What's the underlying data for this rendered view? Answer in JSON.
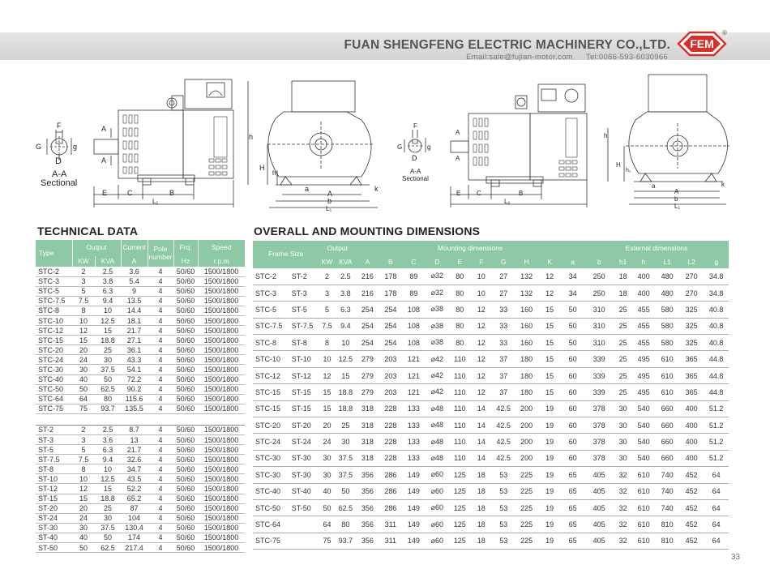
{
  "header": {
    "company": "FUAN SHENGFENG ELECTRIC MACHINERY CO.,LTD.",
    "email": "Email:sale@fujian-motor.com",
    "tel": "Tel:0086-593-6030966",
    "logo_text": "FEM",
    "logo_reg": "®"
  },
  "drawing_labels": {
    "F": "F",
    "G": "G",
    "g": "g",
    "D": "D",
    "A": "A",
    "aa_sectional": "A-A",
    "sectional": "Sectional",
    "E": "E",
    "C": "C",
    "B": "B",
    "L1": "L₁",
    "h": "h",
    "H": "H",
    "h1": "h₁",
    "a": "a",
    "k": "k",
    "b": "b"
  },
  "sections": {
    "tech_title": "TECHNICAL DATA",
    "mount_title": "OVERALL AND MOUNTING DIMENSIONS"
  },
  "tech_table": {
    "h_type": "Type",
    "h_output": "Output",
    "h_current": "Current",
    "h_pole": "Pole number",
    "h_frq": "Frq.",
    "h_speed": "Speed",
    "u_kw": "KW",
    "u_kva": "KVA",
    "u_a": "A",
    "u_hz": "Hz",
    "u_rpm": "r.p.m",
    "group1": [
      [
        "STC-2",
        "2",
        "2.5",
        "3.6",
        "4",
        "50/60",
        "1500/1800"
      ],
      [
        "STC-3",
        "3",
        "3.8",
        "5.4",
        "4",
        "50/60",
        "1500/1800"
      ],
      [
        "STC-5",
        "5",
        "6.3",
        "9",
        "4",
        "50/60",
        "1500/1800"
      ],
      [
        "STC-7.5",
        "7.5",
        "9.4",
        "13.5",
        "4",
        "50/60",
        "1500/1800"
      ],
      [
        "STC-8",
        "8",
        "10",
        "14.4",
        "4",
        "50/60",
        "1500/1800"
      ],
      [
        "STC-10",
        "10",
        "12.5",
        "18.1",
        "4",
        "50/60",
        "1500/1800"
      ],
      [
        "STC-12",
        "12",
        "15",
        "21.7",
        "4",
        "50/60",
        "1500/1800"
      ],
      [
        "STC-15",
        "15",
        "18.8",
        "27.1",
        "4",
        "50/60",
        "1500/1800"
      ],
      [
        "STC-20",
        "20",
        "25",
        "36.1",
        "4",
        "50/60",
        "1500/1800"
      ],
      [
        "STC-24",
        "24",
        "30",
        "43.3",
        "4",
        "50/60",
        "1500/1800"
      ],
      [
        "STC-30",
        "30",
        "37.5",
        "54.1",
        "4",
        "50/60",
        "1500/1800"
      ],
      [
        "STC-40",
        "40",
        "50",
        "72.2",
        "4",
        "50/60",
        "1500/1800"
      ],
      [
        "STC-50",
        "50",
        "62.5",
        "90.2",
        "4",
        "50/60",
        "1500/1800"
      ],
      [
        "STC-64",
        "64",
        "80",
        "115.6",
        "4",
        "50/60",
        "1500/1800"
      ],
      [
        "STC-75",
        "75",
        "93.7",
        "135.5",
        "4",
        "50/60",
        "1500/1800"
      ]
    ],
    "group2": [
      [
        "ST-2",
        "2",
        "2.5",
        "8.7",
        "4",
        "50/60",
        "1500/1800"
      ],
      [
        "ST-3",
        "3",
        "3.6",
        "13",
        "4",
        "50/60",
        "1500/1800"
      ],
      [
        "ST-5",
        "5",
        "6.3",
        "21.7",
        "4",
        "50/60",
        "1500/1800"
      ],
      [
        "ST-7.5",
        "7.5",
        "9.4",
        "32.6",
        "4",
        "50/60",
        "1500/1800"
      ],
      [
        "ST-8",
        "8",
        "10",
        "34.7",
        "4",
        "50/60",
        "1500/1800"
      ],
      [
        "ST-10",
        "10",
        "12.5",
        "43.5",
        "4",
        "50/60",
        "1500/1800"
      ],
      [
        "ST-12",
        "12",
        "15",
        "52.2",
        "4",
        "50/60",
        "1500/1800"
      ],
      [
        "ST-15",
        "15",
        "18.8",
        "65.2",
        "4",
        "50/60",
        "1500/1800"
      ],
      [
        "ST-20",
        "20",
        "25",
        "87",
        "4",
        "50/60",
        "1500/1800"
      ],
      [
        "ST-24",
        "24",
        "30",
        "104",
        "4",
        "50/60",
        "1500/1800"
      ],
      [
        "ST-30",
        "30",
        "37.5",
        "130.4",
        "4",
        "50/60",
        "1500/1800"
      ],
      [
        "ST-40",
        "40",
        "50",
        "174",
        "4",
        "50/60",
        "1500/1800"
      ],
      [
        "ST-50",
        "50",
        "62.5",
        "217.4",
        "4",
        "50/60",
        "1500/1800"
      ]
    ]
  },
  "mount_table": {
    "h_frame": "Frame Size",
    "h_output": "Output",
    "h_mounting": "Mounting dimensions",
    "h_external": "External dimensions",
    "sub": [
      "KW",
      "KVA",
      "A",
      "B",
      "C",
      "D",
      "E",
      "F",
      "G",
      "H",
      "K",
      "a",
      "b",
      "h1",
      "h",
      "L1",
      "L2",
      "g"
    ],
    "rows": [
      [
        "STC-2",
        "ST-2",
        "2",
        "2.5",
        "216",
        "178",
        "89",
        "⌀32",
        "80",
        "10",
        "27",
        "132",
        "12",
        "34",
        "250",
        "18",
        "400",
        "480",
        "270",
        "34.8"
      ],
      [
        "STC-3",
        "ST-3",
        "3",
        "3.8",
        "216",
        "178",
        "89",
        "⌀32",
        "80",
        "10",
        "27",
        "132",
        "12",
        "34",
        "250",
        "18",
        "400",
        "480",
        "270",
        "34.8"
      ],
      [
        "STC-5",
        "ST-5",
        "5",
        "6.3",
        "254",
        "254",
        "108",
        "⌀38",
        "80",
        "12",
        "33",
        "160",
        "15",
        "50",
        "310",
        "25",
        "455",
        "580",
        "325",
        "40.8"
      ],
      [
        "STC-7.5",
        "ST-7.5",
        "7.5",
        "9.4",
        "254",
        "254",
        "108",
        "⌀38",
        "80",
        "12",
        "33",
        "160",
        "15",
        "50",
        "310",
        "25",
        "455",
        "580",
        "325",
        "40.8"
      ],
      [
        "STC-8",
        "ST-8",
        "8",
        "10",
        "254",
        "254",
        "108",
        "⌀38",
        "80",
        "12",
        "33",
        "160",
        "15",
        "50",
        "310",
        "25",
        "455",
        "580",
        "325",
        "40.8"
      ],
      [
        "STC-10",
        "ST-10",
        "10",
        "12.5",
        "279",
        "203",
        "121",
        "⌀42",
        "110",
        "12",
        "37",
        "180",
        "15",
        "60",
        "339",
        "25",
        "495",
        "610",
        "365",
        "44.8"
      ],
      [
        "STC-12",
        "ST-12",
        "12",
        "15",
        "279",
        "203",
        "121",
        "⌀42",
        "110",
        "12",
        "37",
        "180",
        "15",
        "60",
        "339",
        "25",
        "495",
        "610",
        "365",
        "44.8"
      ],
      [
        "STC-15",
        "ST-15",
        "15",
        "18.8",
        "279",
        "203",
        "121",
        "⌀42",
        "110",
        "12",
        "37",
        "180",
        "15",
        "60",
        "339",
        "25",
        "495",
        "610",
        "365",
        "44.8"
      ],
      [
        "STC-15",
        "ST-15",
        "15",
        "18.8",
        "318",
        "228",
        "133",
        "⌀48",
        "110",
        "14",
        "42.5",
        "200",
        "19",
        "60",
        "378",
        "30",
        "540",
        "660",
        "400",
        "51.2"
      ],
      [
        "STC-20",
        "ST-20",
        "20",
        "25",
        "318",
        "228",
        "133",
        "⌀48",
        "110",
        "14",
        "42.5",
        "200",
        "19",
        "60",
        "378",
        "30",
        "540",
        "660",
        "400",
        "51.2"
      ],
      [
        "STC-24",
        "ST-24",
        "24",
        "30",
        "318",
        "228",
        "133",
        "⌀48",
        "110",
        "14",
        "42.5",
        "200",
        "19",
        "60",
        "378",
        "30",
        "540",
        "660",
        "400",
        "51.2"
      ],
      [
        "STC-30",
        "ST-30",
        "30",
        "37.5",
        "318",
        "228",
        "133",
        "⌀48",
        "110",
        "14",
        "42.5",
        "200",
        "19",
        "60",
        "378",
        "30",
        "540",
        "660",
        "400",
        "51.2"
      ],
      [
        "STC-30",
        "ST-30",
        "30",
        "37.5",
        "356",
        "286",
        "149",
        "⌀60",
        "125",
        "18",
        "53",
        "225",
        "19",
        "65",
        "405",
        "32",
        "610",
        "740",
        "452",
        "64"
      ],
      [
        "STC-40",
        "ST-40",
        "40",
        "50",
        "356",
        "286",
        "149",
        "⌀60",
        "125",
        "18",
        "53",
        "225",
        "19",
        "65",
        "405",
        "32",
        "610",
        "740",
        "452",
        "64"
      ],
      [
        "STC-50",
        "ST-50",
        "50",
        "62.5",
        "356",
        "286",
        "149",
        "⌀60",
        "125",
        "18",
        "53",
        "225",
        "19",
        "65",
        "405",
        "32",
        "610",
        "740",
        "452",
        "64"
      ],
      [
        "STC-64",
        "",
        "64",
        "80",
        "356",
        "311",
        "149",
        "⌀60",
        "125",
        "18",
        "53",
        "225",
        "19",
        "65",
        "405",
        "32",
        "610",
        "810",
        "452",
        "64"
      ],
      [
        "STC-75",
        "",
        "75",
        "93.7",
        "356",
        "311",
        "149",
        "⌀60",
        "125",
        "18",
        "53",
        "225",
        "19",
        "65",
        "405",
        "32",
        "610",
        "810",
        "452",
        "64"
      ]
    ]
  },
  "page_number": "33",
  "colors": {
    "header_green": "#8cc9a4",
    "logo_red": "#d6302b"
  }
}
